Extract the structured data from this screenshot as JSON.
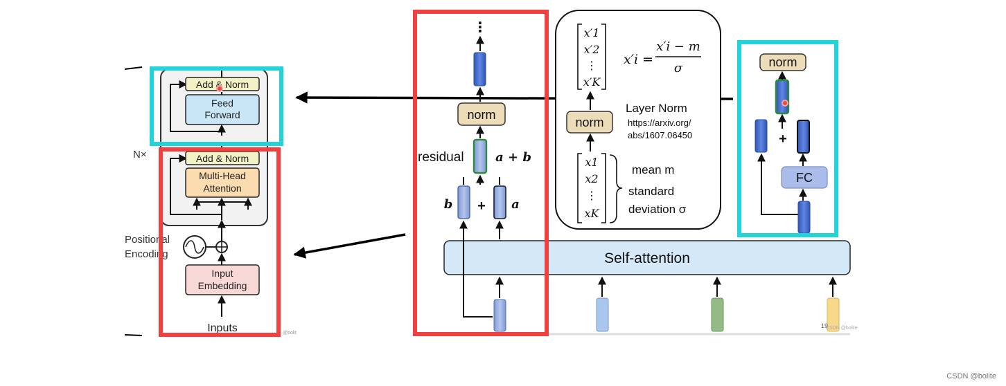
{
  "left": {
    "add_norm_top": "Add & Norm",
    "feed_forward_1": "Feed",
    "feed_forward_2": "Forward",
    "nx": "N×",
    "add_norm_bottom": "Add & Norm",
    "mha_1": "Multi-Head",
    "mha_2": "Attention",
    "pos_1": "Positional",
    "pos_2": "Encoding",
    "emb_1": "Input",
    "emb_2": "Embedding",
    "inputs": "Inputs",
    "credit": "@bolit"
  },
  "middle": {
    "ellipsis": "⋮",
    "norm": "norm",
    "residual": "residual",
    "a_plus_b": "a + b",
    "b": "b",
    "plus": "+",
    "a": "a",
    "self_attention": "Self-attention",
    "page_num": "19",
    "credit": "CSDN @bolite"
  },
  "layer_norm": {
    "vec_out": [
      "x′1",
      "x′2",
      "⋮",
      "x′K"
    ],
    "formula_lhs": "x′i =",
    "formula_num": "x′i − m",
    "formula_den": "σ",
    "norm": "norm",
    "title": "Layer Norm",
    "url_1": "https://arxiv.org/",
    "url_2": "abs/1607.06450",
    "vec_in": [
      "x1",
      "x2",
      "⋮",
      "xK"
    ],
    "mean": "mean m",
    "std_1": "standard",
    "std_2": "deviation σ"
  },
  "right": {
    "norm": "norm",
    "plus": "+",
    "fc": "FC"
  },
  "watermark": "CSDN @bolite",
  "colors": {
    "red": "#f24040",
    "cyan": "#22d3d8",
    "norm_fill": "#ecdcb8",
    "vec_blue": "#3a62c0",
    "vec_light": "#9fb4e0",
    "green_border": "#2e8b3e"
  }
}
